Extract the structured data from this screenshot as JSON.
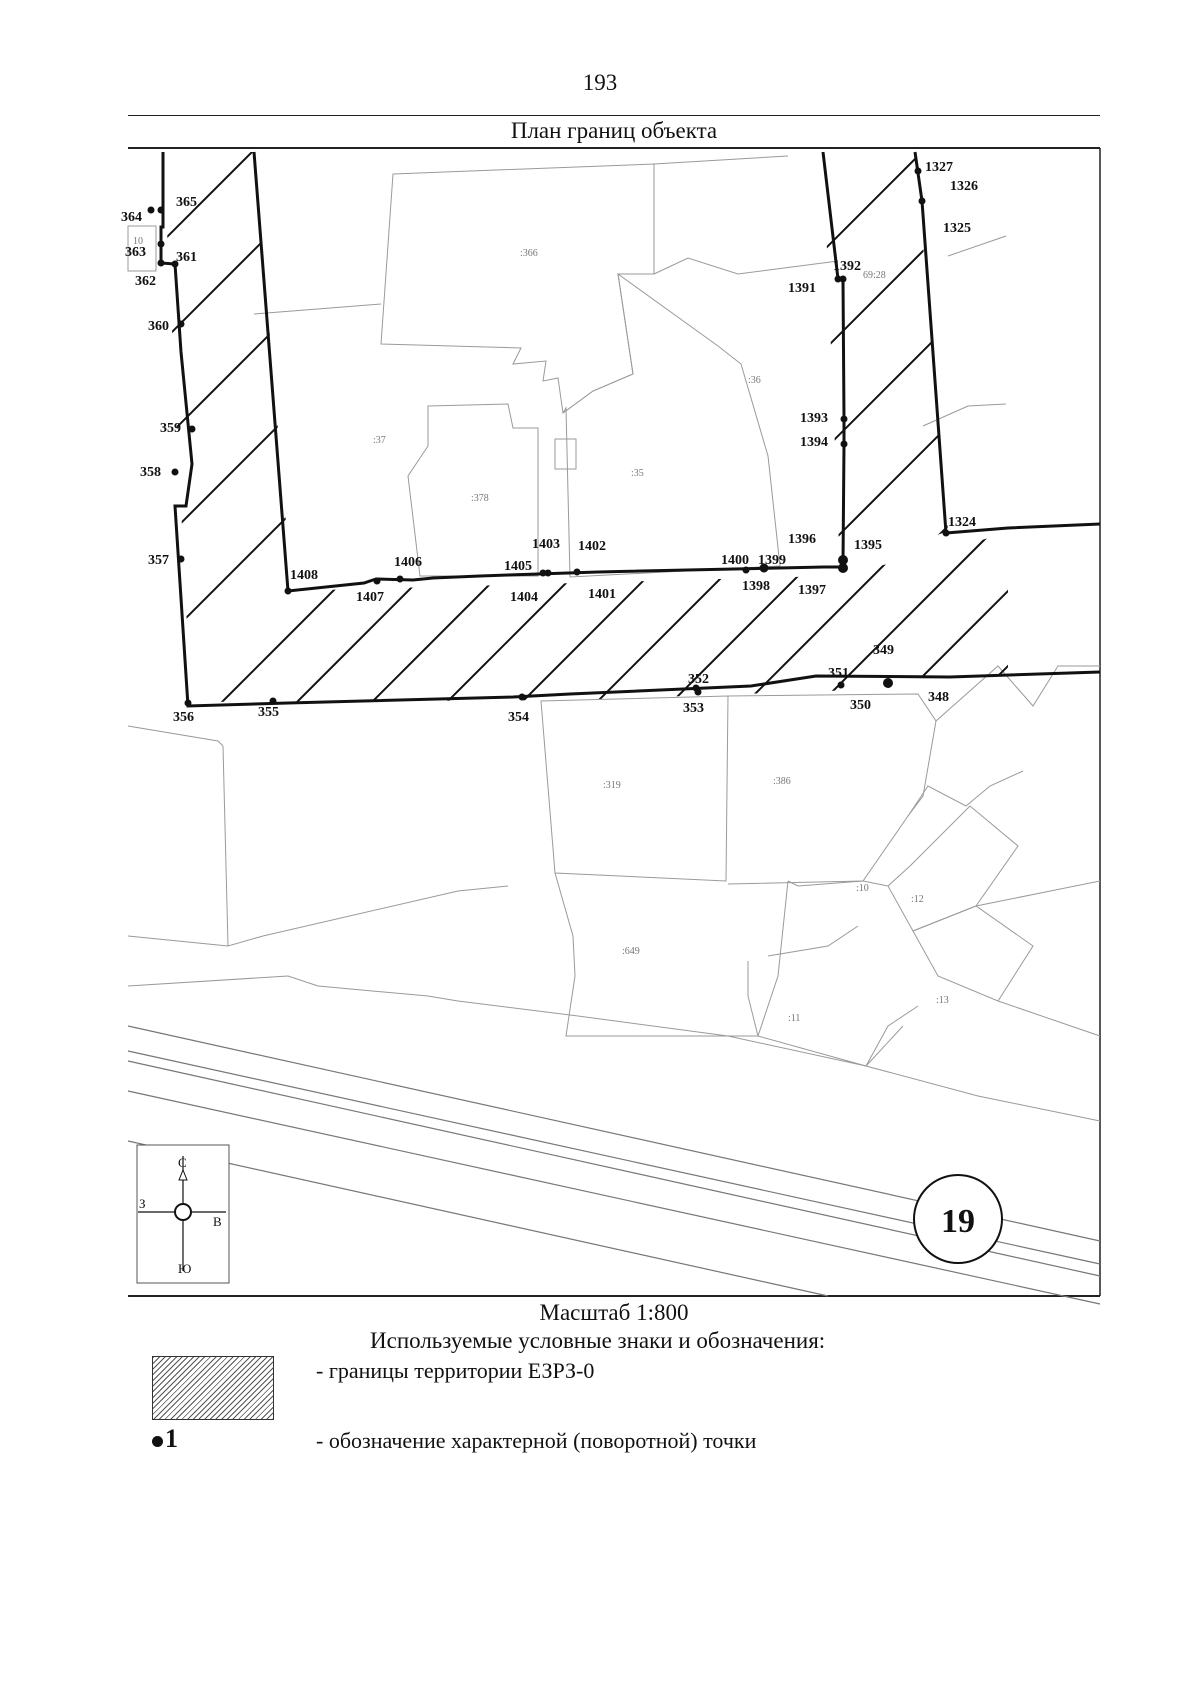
{
  "page_number": "193",
  "plan_title": "План границ объекта",
  "scale_label": "Масштаб 1:800",
  "legend": {
    "heading": "Используемые условные знаки и обозначения:",
    "items": [
      {
        "text": "- границы территории ЕЗРЗ-0"
      },
      {
        "marker": "1",
        "text": "- обозначение характерной (поворотной) точки"
      }
    ]
  },
  "sheet_number": "19",
  "compass": {
    "north": "С",
    "south": "Ю",
    "west": "З",
    "east": "В"
  },
  "cadastral_labels": [
    ":366",
    ":36",
    ":37",
    ":378",
    ":35",
    ":319",
    ":386",
    ":10",
    ":12",
    ":649",
    ":11",
    ":13",
    "10",
    "69:28"
  ],
  "boundary_points": [
    "1327",
    "1326",
    "1325",
    "365",
    "364",
    "363",
    "362",
    "361",
    "360",
    "359",
    "358",
    "357",
    "356",
    "355",
    "354",
    "353",
    "352",
    "351",
    "350",
    "349",
    "348",
    "1324",
    "1392",
    "1391",
    "1393",
    "1394",
    "1396",
    "1395",
    "1397",
    "1398",
    "1399",
    "1400",
    "1401",
    "1402",
    "1403",
    "1404",
    "1405",
    "1406",
    "1407",
    "1408"
  ],
  "colors": {
    "boundary": "#111111",
    "parcel_lines": "#9a9a9a",
    "hatch": "#111111"
  }
}
